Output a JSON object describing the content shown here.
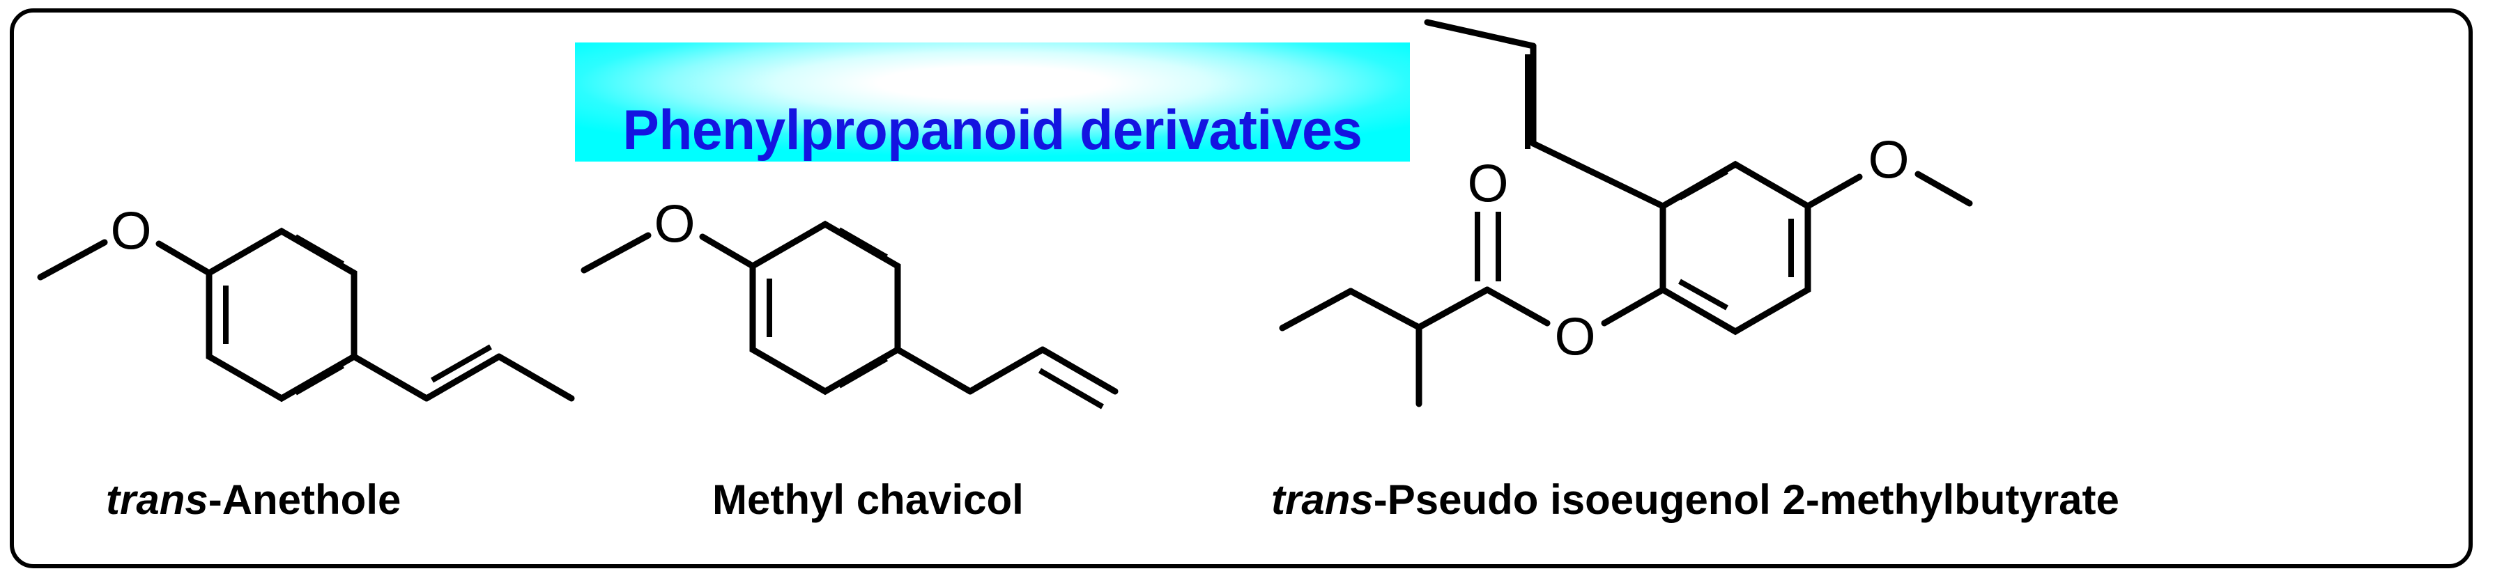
{
  "figure": {
    "title": "Phenylpropanoid derivatives",
    "frame_border_color": "#000000",
    "banner_background_color": "#00ffff",
    "banner_glow_color": "#ffffff",
    "title_text_color": "#1414e0",
    "structure_line_color": "#000000"
  },
  "structures": [
    {
      "id": "trans-anethole",
      "caption_italic_part": "trans",
      "caption_rest": "-Anethole",
      "caption_full": "trans-Anethole",
      "atom_labels": [
        "O"
      ],
      "features": [
        "methoxy group",
        "benzene ring",
        "trans-propenyl chain"
      ]
    },
    {
      "id": "methyl-chavicol",
      "caption_italic_part": "",
      "caption_rest": "Methyl chavicol",
      "caption_full": "Methyl chavicol",
      "atom_labels": [
        "O"
      ],
      "features": [
        "methoxy group",
        "benzene ring",
        "allyl chain with terminal alkene"
      ]
    },
    {
      "id": "trans-pseudo-isoeugenol-2-methylbutyrate",
      "caption_italic_part": "trans",
      "caption_rest": "-Pseudo isoeugenol 2-methylbutyrate",
      "caption_full": "trans-Pseudo isoeugenol 2-methylbutyrate",
      "atom_labels": [
        "O",
        "O",
        "O"
      ],
      "features": [
        "2-methylbutyrate ester",
        "carbonyl oxygen",
        "ester oxygen",
        "benzene ring",
        "trans-propenyl substituent",
        "methoxy group"
      ]
    }
  ]
}
